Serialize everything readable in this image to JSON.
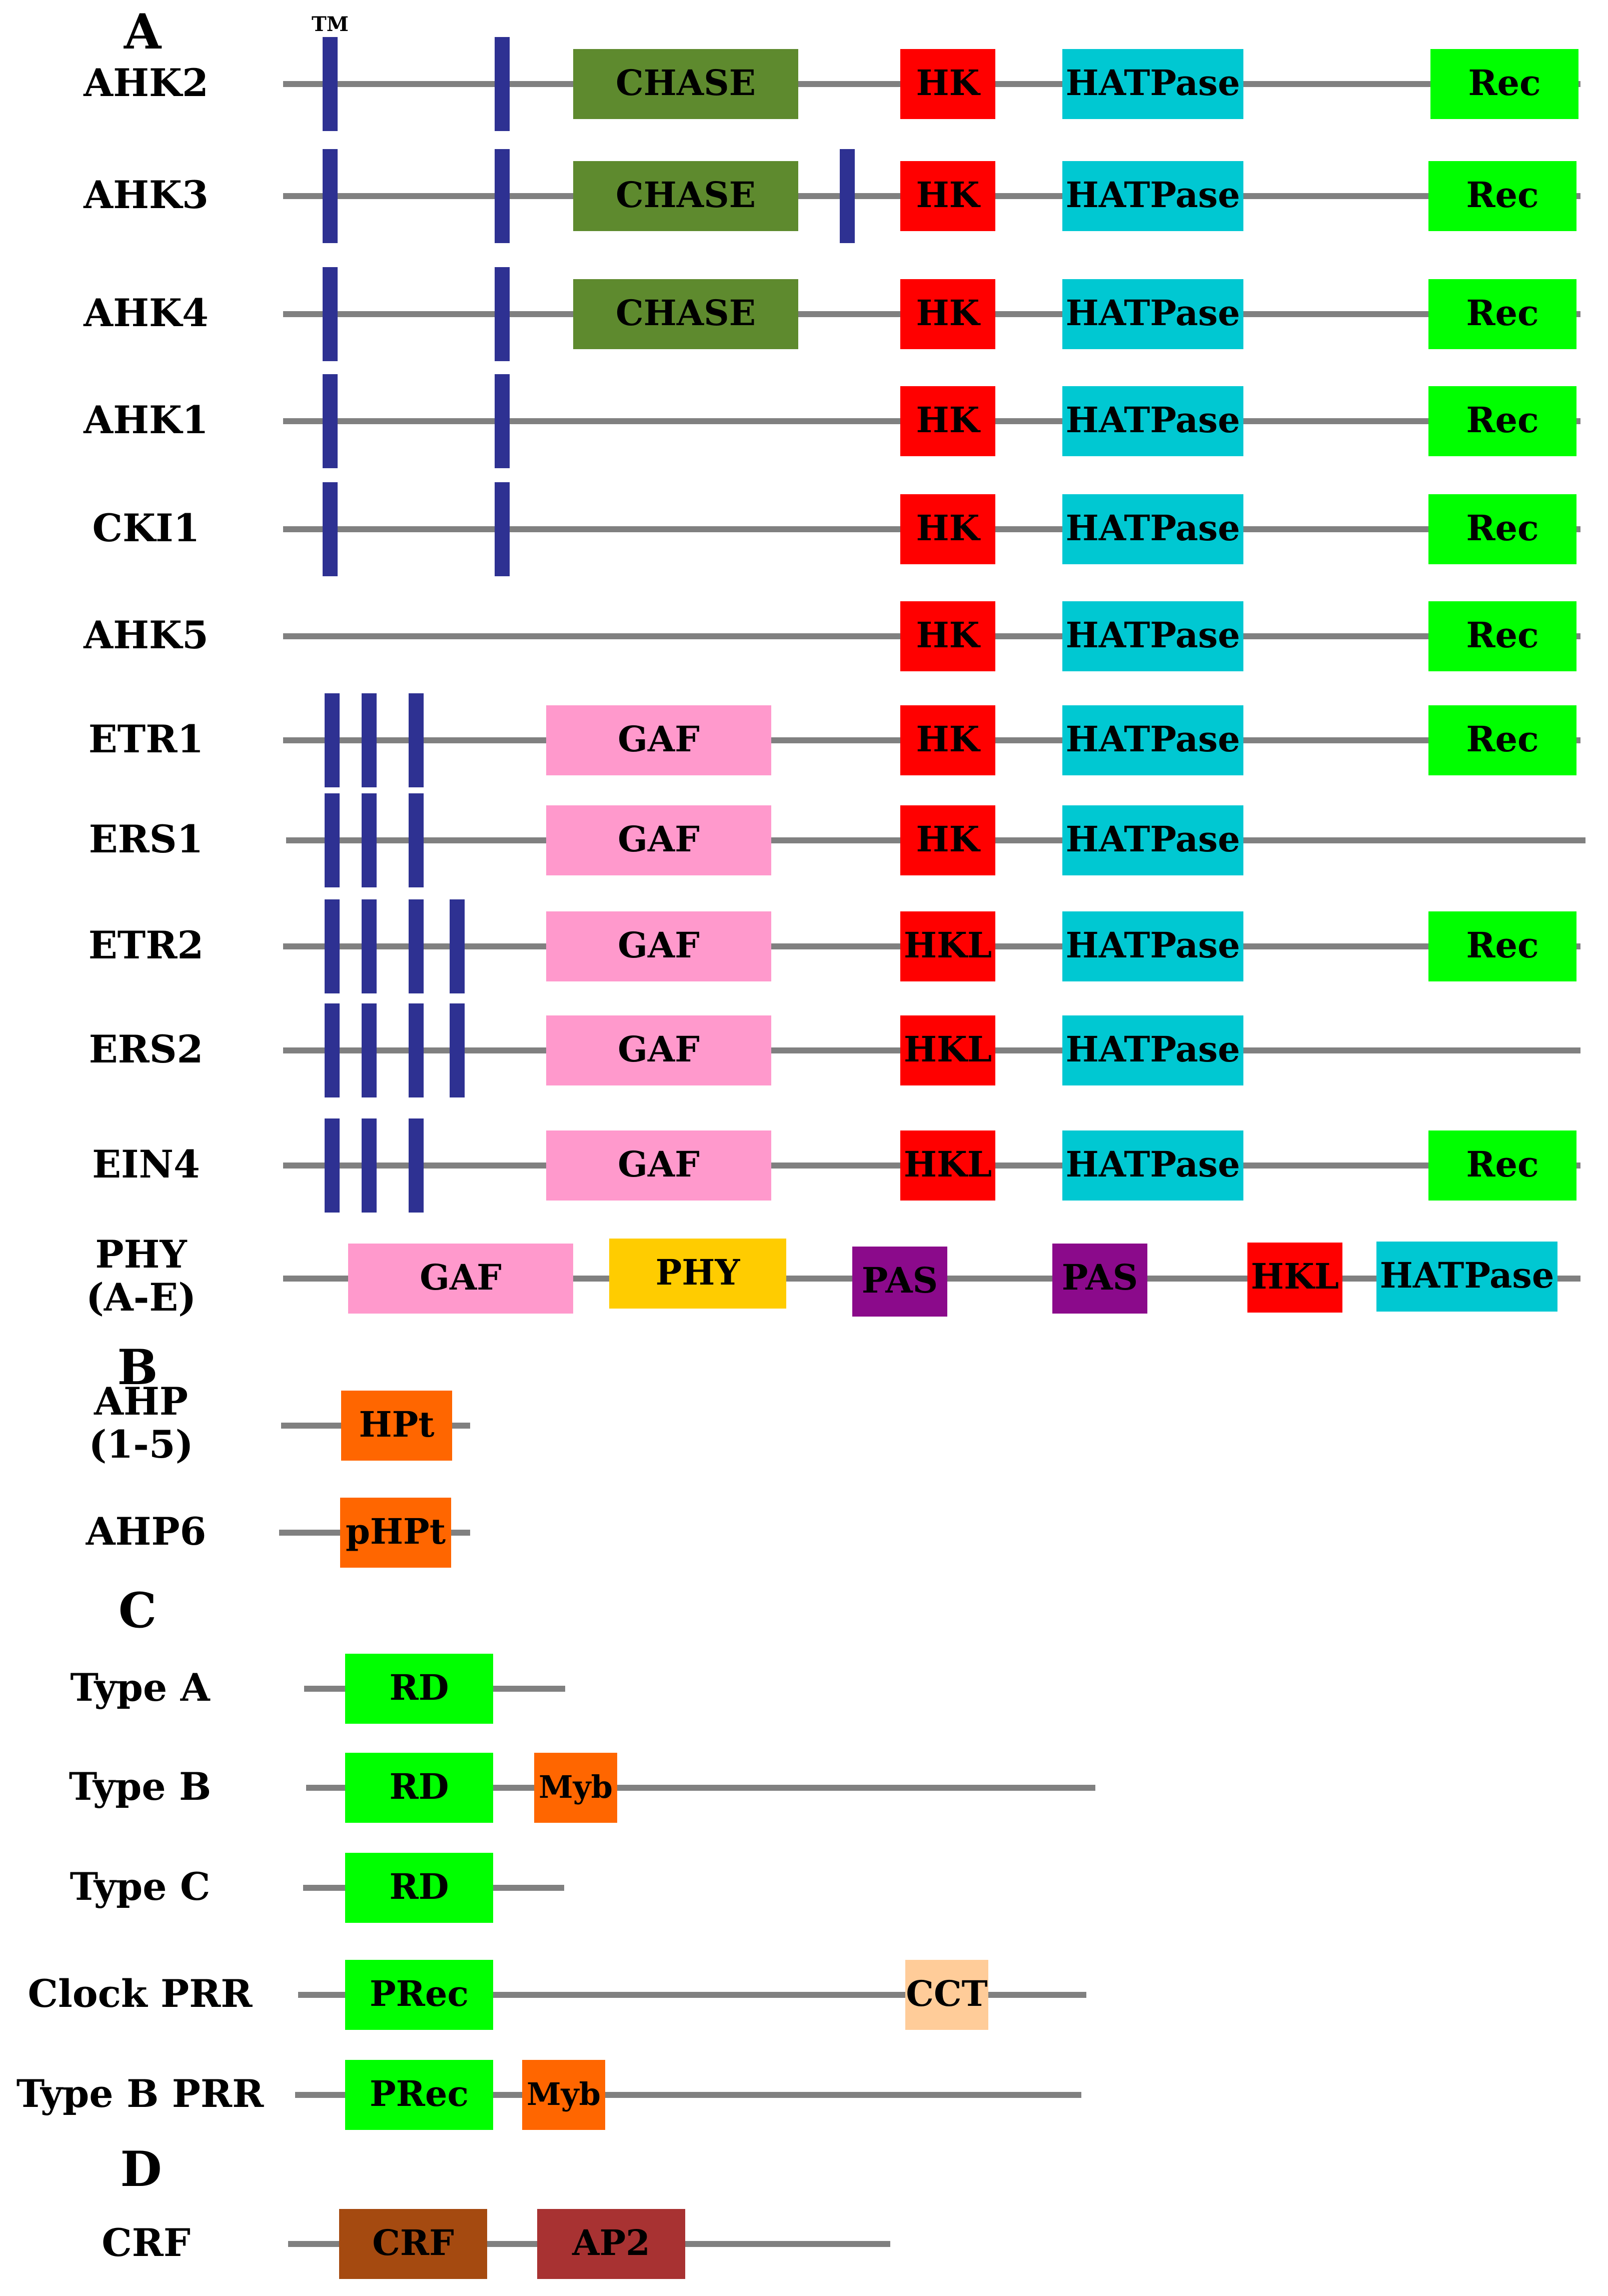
{
  "colors": {
    "backbone": "#808080",
    "tm": "#2e3192",
    "CHASE": "#5e8a2e",
    "HK": "#ff0000",
    "HKL": "#ff0000",
    "HATPase": "#00c8d2",
    "Rec": "#00ff00",
    "GAF": "#ff99cc",
    "PHY": "#ffcc00",
    "PAS": "#8b0a8b",
    "HPt": "#ff6600",
    "pHPt": "#ff6600",
    "RD": "#00ff00",
    "PRec": "#00ff00",
    "Myb": "#ff6600",
    "CCT": "#ffcc99",
    "CRF": "#a54a10",
    "AP2": "#a83232"
  },
  "tm_label": "TM",
  "sections": [
    {
      "letter": "A",
      "proteins": [
        {
          "name": [
            "AHK2"
          ],
          "tm": 2,
          "domains": [
            "CHASE",
            "HK",
            "HATPase",
            "Rec"
          ]
        },
        {
          "name": [
            "AHK3"
          ],
          "tm": 3,
          "domains": [
            "CHASE",
            "HK",
            "HATPase",
            "Rec"
          ]
        },
        {
          "name": [
            "AHK4"
          ],
          "tm": 2,
          "domains": [
            "CHASE",
            "HK",
            "HATPase",
            "Rec"
          ]
        },
        {
          "name": [
            "AHK1"
          ],
          "tm": 2,
          "domains": [
            "HK",
            "HATPase",
            "Rec"
          ]
        },
        {
          "name": [
            "CKI1"
          ],
          "tm": 2,
          "domains": [
            "HK",
            "HATPase",
            "Rec"
          ]
        },
        {
          "name": [
            "AHK5"
          ],
          "tm": 0,
          "domains": [
            "HK",
            "HATPase",
            "Rec"
          ]
        },
        {
          "name": [
            "ETR1"
          ],
          "tm": 3,
          "domains": [
            "GAF",
            "HK",
            "HATPase",
            "Rec"
          ]
        },
        {
          "name": [
            "ERS1"
          ],
          "tm": 3,
          "domains": [
            "GAF",
            "HK",
            "HATPase"
          ]
        },
        {
          "name": [
            "ETR2"
          ],
          "tm": 4,
          "domains": [
            "GAF",
            "HKL",
            "HATPase",
            "Rec"
          ]
        },
        {
          "name": [
            "ERS2"
          ],
          "tm": 4,
          "domains": [
            "GAF",
            "HKL",
            "HATPase"
          ]
        },
        {
          "name": [
            "EIN4"
          ],
          "tm": 3,
          "domains": [
            "GAF",
            "HKL",
            "HATPase",
            "Rec"
          ]
        },
        {
          "name": [
            "PHY",
            "(A-E)"
          ],
          "tm": 0,
          "domains": [
            "GAF",
            "PHY",
            "PAS",
            "PAS",
            "HKL",
            "HATPase"
          ]
        }
      ]
    },
    {
      "letter": "B",
      "proteins": [
        {
          "name": [
            "AHP",
            "(1-5)"
          ],
          "tm": 0,
          "domains": [
            "HPt"
          ]
        },
        {
          "name": [
            "AHP6"
          ],
          "tm": 0,
          "domains": [
            "pHPt"
          ]
        }
      ]
    },
    {
      "letter": "C",
      "proteins": [
        {
          "name": [
            "Type A"
          ],
          "tm": 0,
          "domains": [
            "RD"
          ]
        },
        {
          "name": [
            "Type B"
          ],
          "tm": 0,
          "domains": [
            "RD",
            "Myb"
          ]
        },
        {
          "name": [
            "Type C"
          ],
          "tm": 0,
          "domains": [
            "RD"
          ]
        },
        {
          "name": [
            "Clock    PRR"
          ],
          "tm": 0,
          "domains": [
            "PRec",
            "CCT"
          ]
        },
        {
          "name": [
            "Type B PRR"
          ],
          "tm": 0,
          "domains": [
            "PRec",
            "Myb"
          ]
        }
      ]
    },
    {
      "letter": "D",
      "proteins": [
        {
          "name": [
            "CRF"
          ],
          "tm": 0,
          "domains": [
            "CRF",
            "AP2"
          ]
        }
      ]
    }
  ]
}
